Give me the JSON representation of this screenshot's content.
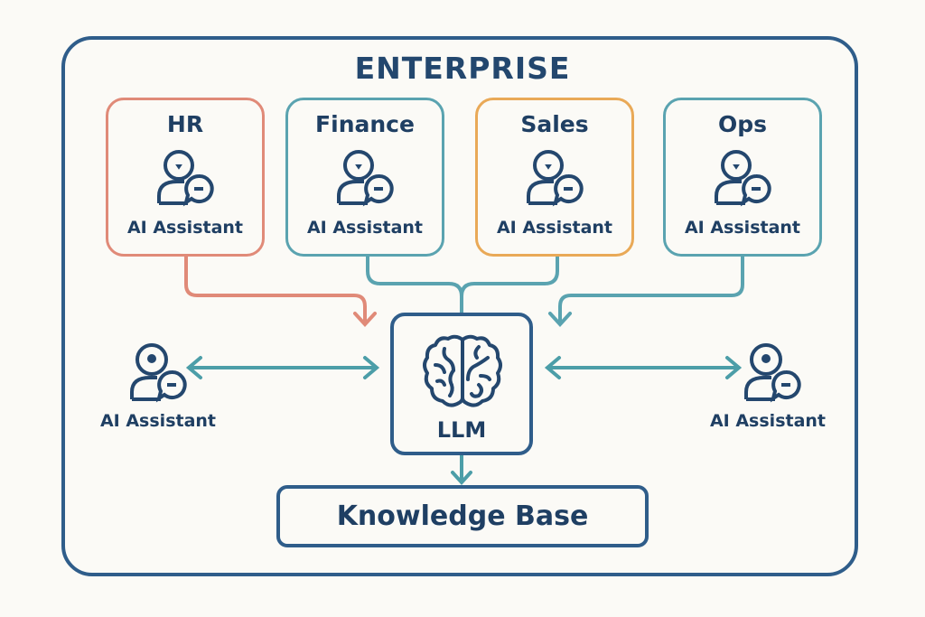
{
  "title": "ENTERPRISE",
  "colors": {
    "frame": "#2f5d8a",
    "hr": "#e08a78",
    "finance": "#5aa3b0",
    "sales": "#e9a957",
    "ops": "#5aa3b0",
    "connector": "#4c9ea8",
    "text": "#1f3f63"
  },
  "departments": [
    {
      "name": "HR",
      "label": "AI Assistant",
      "icon": "user-chat-icon"
    },
    {
      "name": "Finance",
      "label": "AI Assistant",
      "icon": "user-chat-icon"
    },
    {
      "name": "Sales",
      "label": "AI Assistant",
      "icon": "user-chat-icon"
    },
    {
      "name": "Ops",
      "label": "AI Assistant",
      "icon": "user-chat-icon"
    }
  ],
  "llm": {
    "label": "LLM",
    "icon": "brain-icon"
  },
  "side_assistants": [
    {
      "label": "AI Assistant",
      "icon": "user-chat-icon"
    },
    {
      "label": "AI Assistant",
      "icon": "user-chat-icon"
    }
  ],
  "knowledge_base": {
    "label": "Knowledge Base"
  }
}
